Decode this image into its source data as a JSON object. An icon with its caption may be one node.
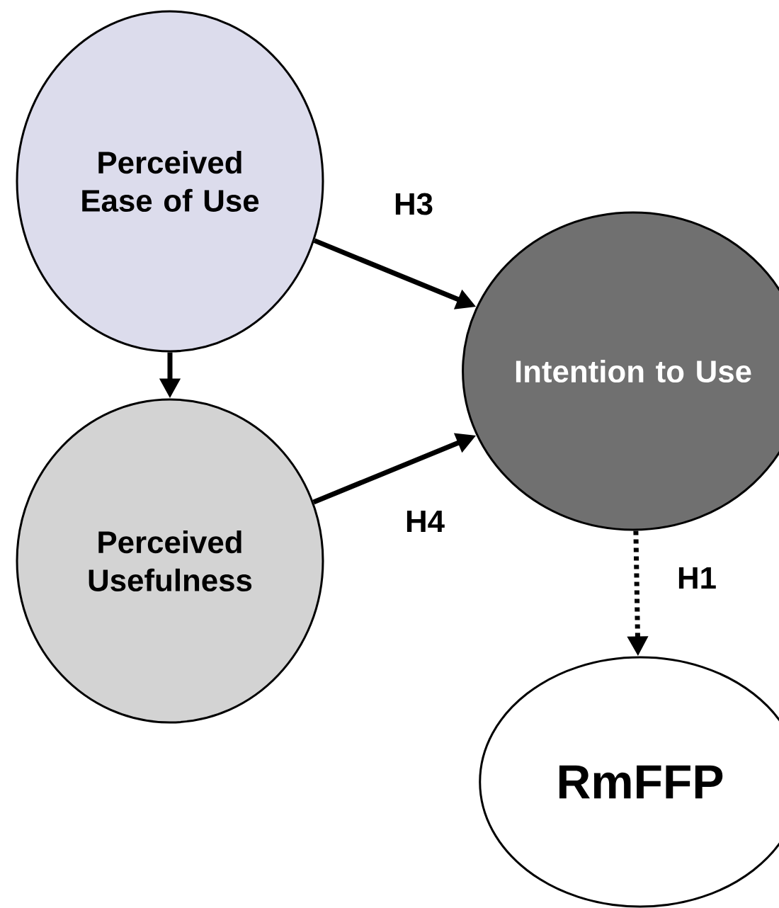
{
  "diagram": {
    "nodes": [
      {
        "text": [
          "Perceived Ease of Use"
        ]
      },
      {
        "text": [
          "Perceived Usefulness"
        ]
      },
      {
        "text": [
          "Intention to Use"
        ]
      },
      {
        "text": [
          "RmFFP"
        ]
      }
    ],
    "edges": [
      {
        "from": 0,
        "to": 2,
        "arrow": "to",
        "label": "H3"
      },
      {
        "from": 0,
        "to": 1,
        "arrow": "to"
      },
      {
        "from": 1,
        "to": 2,
        "arrow": "to",
        "label": "H4"
      },
      {
        "from": 2,
        "to": 3,
        "arrow": "to",
        "label": "H1",
        "style": "dashed"
      }
    ]
  }
}
